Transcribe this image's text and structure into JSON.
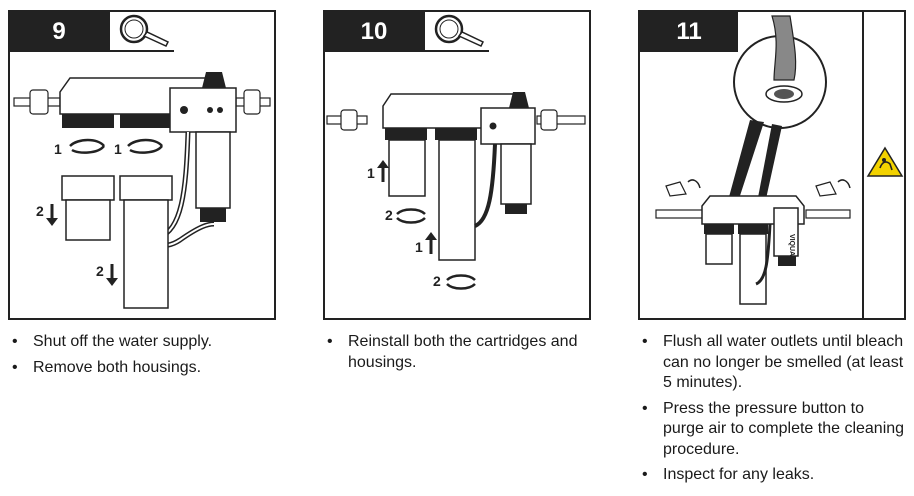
{
  "steps": [
    {
      "number": "9",
      "tool_icon": "filter-wrench-icon",
      "labels": [
        "1",
        "1",
        "2",
        "2"
      ],
      "bullets": [
        "Shut off the water supply.",
        "Remove both housings."
      ]
    },
    {
      "number": "10",
      "tool_icon": "filter-wrench-icon",
      "labels": [
        "1",
        "2",
        "1",
        "2"
      ],
      "bullets": [
        "Reinstall both the cartridges and housings."
      ]
    },
    {
      "number": "11",
      "side_icon": "caution-warning-icon",
      "brand_text": "VIQUA",
      "bullets": [
        "Flush all water outlets until bleach can no longer be smelled (at least 5 minutes).",
        "Press the pressure button to purge air to complete the cleaning procedure.",
        "Inspect for any leaks."
      ]
    }
  ],
  "colors": {
    "ink": "#222222",
    "badge_bg": "#222222",
    "warning_yellow": "#f2d200"
  }
}
